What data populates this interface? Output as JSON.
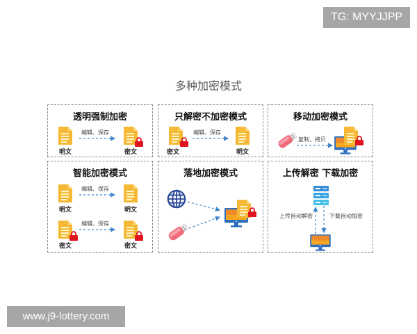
{
  "watermarks": {
    "top": "TG: MYYJJPP",
    "bottom": "www.j9-lottery.com"
  },
  "title": "多种加密模式",
  "colors": {
    "doc": "#f5b935",
    "doc_fold": "#f9d77a",
    "lock": "#e0141e",
    "arrow": "#3f86c9",
    "usb": "#f06a7a",
    "monitor_frame": "#2c6fbf",
    "monitor_screen": "#f5a623",
    "globe": "#2b4a9a",
    "server": "#3aa5e0"
  },
  "panels": [
    {
      "title": "透明强制加密",
      "source_label": "明文",
      "target_label": "密文",
      "arrow_label": "编辑、保存"
    },
    {
      "title": "只解密不加密模式",
      "source_label": "密文",
      "target_label": "明文",
      "arrow_label": "编辑、保存"
    },
    {
      "title": "移动加密模式",
      "arrow_label": "复制、拷贝"
    },
    {
      "title": "智能加密模式",
      "rows": [
        {
          "source_label": "明文",
          "target_label": "明文",
          "arrow_label": "编辑、保存"
        },
        {
          "source_label": "密文",
          "target_label": "密文",
          "arrow_label": "编辑、保存"
        }
      ]
    },
    {
      "title": "落地加密模式"
    },
    {
      "title": "上传解密 下载加密",
      "up_label": "上传自动解密",
      "down_label": "下载自动加密"
    }
  ]
}
